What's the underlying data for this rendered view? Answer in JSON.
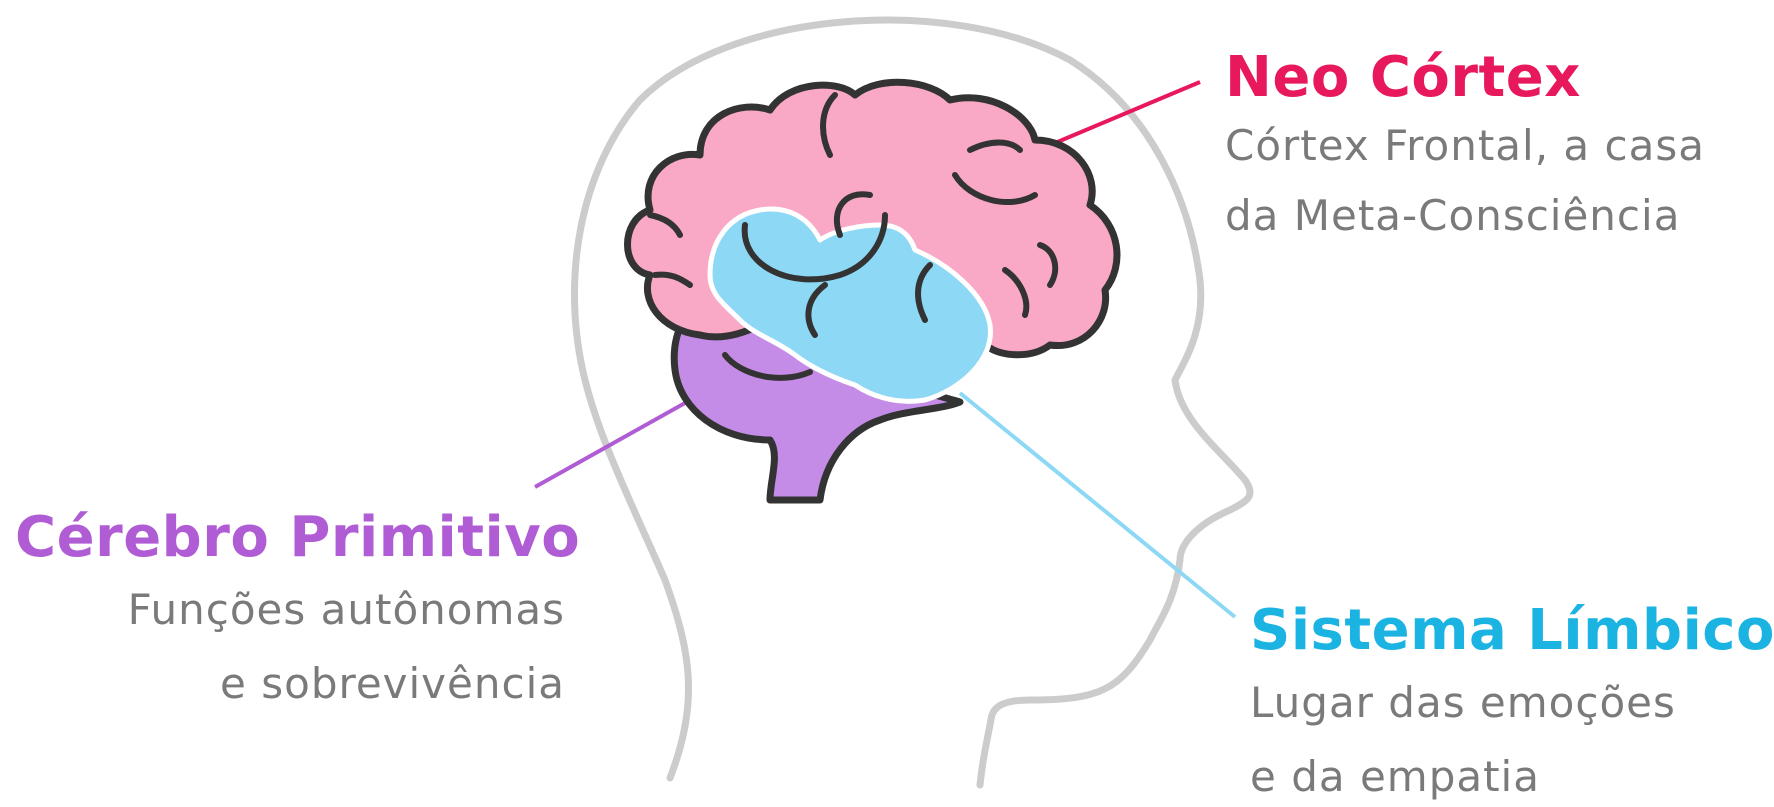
{
  "colors": {
    "neo_cortex": "#e8185c",
    "primitive": "#b05cd4",
    "limbic": "#1bb4e2",
    "desc_text": "#7a7a7a",
    "head_outline": "#cccccc",
    "brain_outline": "#333333",
    "neo_fill": "#f9a8c6",
    "limbic_fill": "#8dd8f4",
    "primitive_fill": "#c48ce6"
  },
  "neo_cortex": {
    "title": "Neo Córtex",
    "desc_line1": "Córtex Frontal, a casa",
    "desc_line2": "da Meta-Consciência"
  },
  "primitive_brain": {
    "title": "Cérebro Primitivo",
    "desc_line1": "Funções autônomas",
    "desc_line2": "e sobrevivência"
  },
  "limbic_system": {
    "title": "Sistema Límbico",
    "desc_line1": "Lugar das emoções",
    "desc_line2": "e da empatia"
  }
}
